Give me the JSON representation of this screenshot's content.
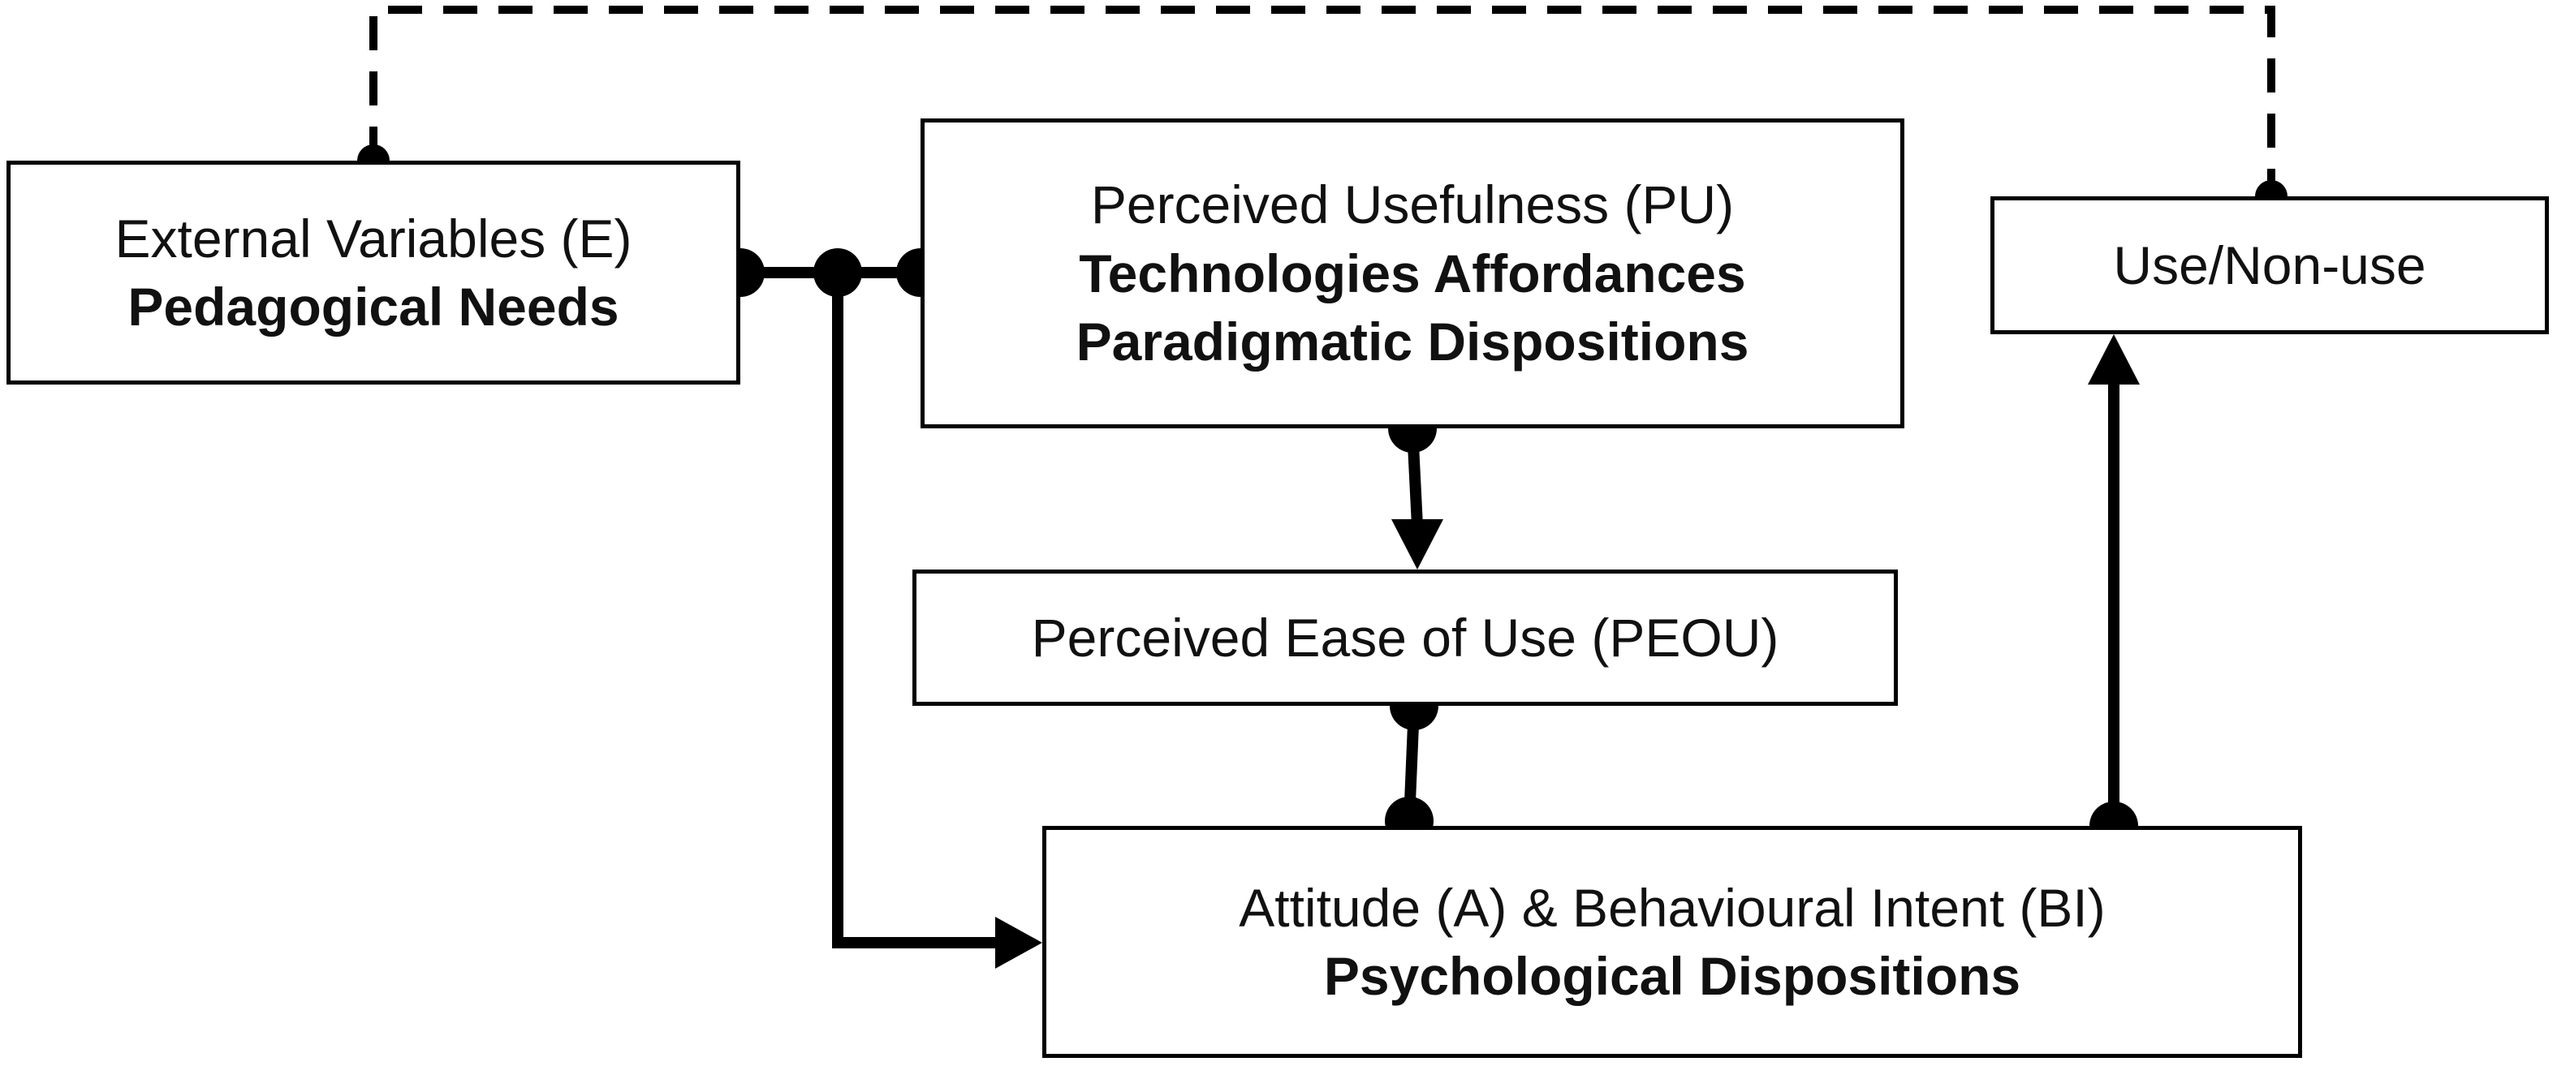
{
  "nodes": {
    "external": {
      "line1": "External Variables (E)",
      "line2": "Pedagogical Needs"
    },
    "pu": {
      "line1": "Perceived Usefulness (PU)",
      "line2": "Technologies Affordances",
      "line3": "Paradigmatic Dispositions"
    },
    "peou": {
      "line1": "Perceived Ease of Use (PEOU)"
    },
    "attitude": {
      "line1": "Attitude (A) & Behavioural Intent (BI)",
      "line2": "Psychological Dispositions"
    },
    "use": {
      "line1": "Use/Non-use"
    }
  },
  "edges": [
    {
      "from": "External Variables (E)",
      "to": "Perceived Usefulness (PU)",
      "style": "solid"
    },
    {
      "from": "External Variables (E)",
      "to": "Attitude (A) & Behavioural Intent (BI)",
      "style": "solid-arrow"
    },
    {
      "from": "Perceived Usefulness (PU)",
      "to": "Perceived Ease of Use (PEOU)",
      "style": "solid-arrow"
    },
    {
      "from": "Perceived Ease of Use (PEOU)",
      "to": "Attitude (A) & Behavioural Intent (BI)",
      "style": "solid"
    },
    {
      "from": "Attitude (A) & Behavioural Intent (BI)",
      "to": "Use/Non-use",
      "style": "solid-arrow"
    },
    {
      "from": "External Variables (E)",
      "to": "Use/Non-use",
      "style": "dashed"
    }
  ],
  "colors": {
    "stroke": "#000000",
    "text": "#111111",
    "background": "#ffffff"
  }
}
